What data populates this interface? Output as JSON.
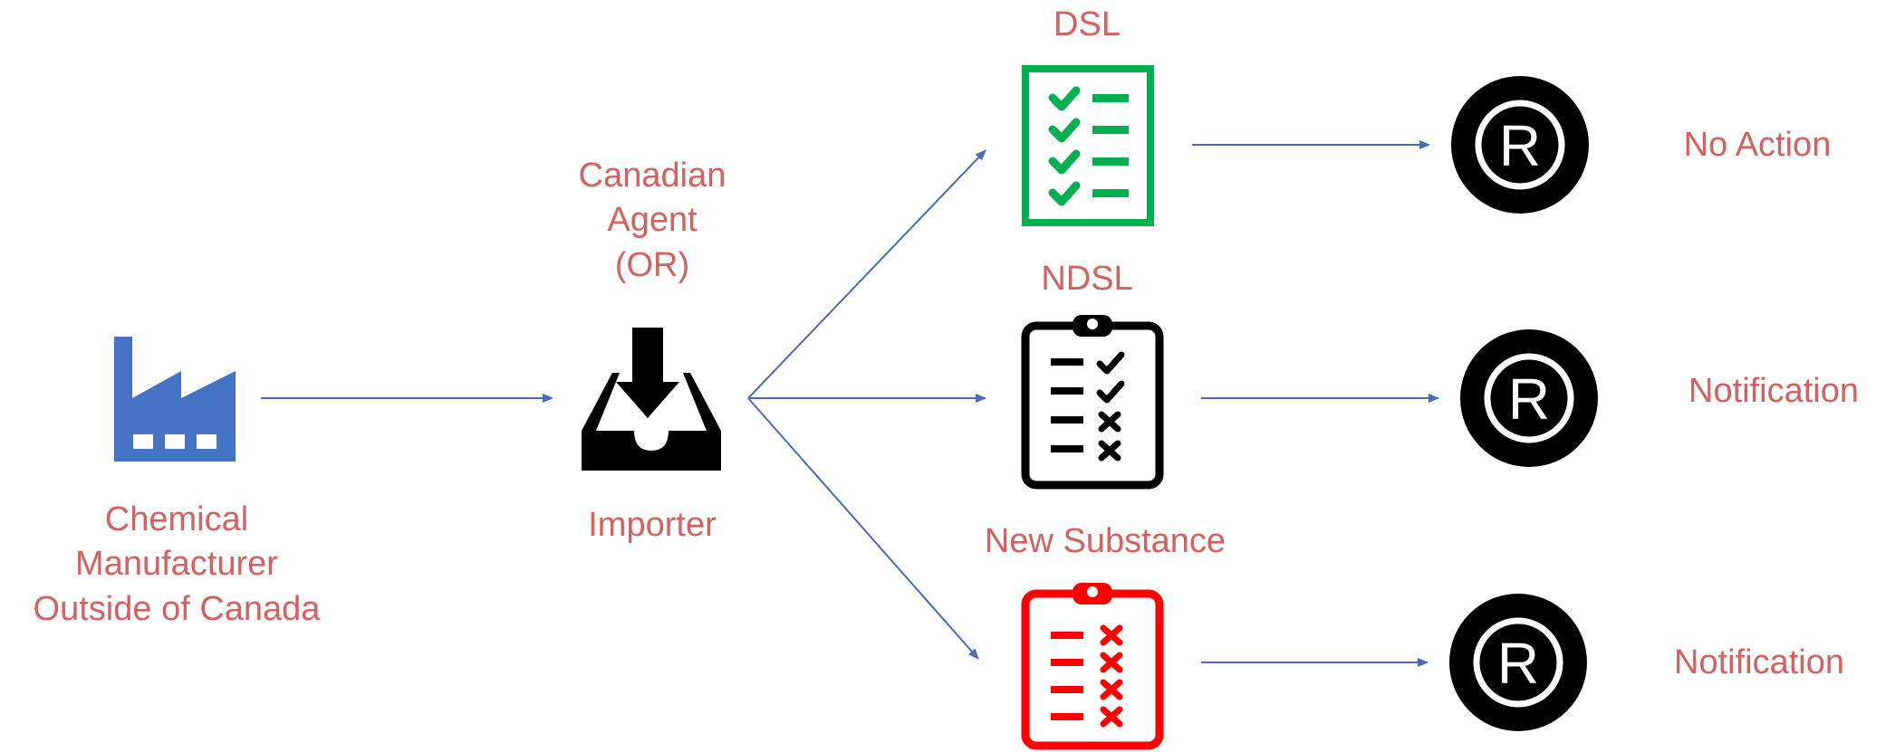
{
  "colors": {
    "label": "#D4605F",
    "arrow": "#4A6BB5",
    "factory": "#4472C4",
    "dsl": "#00B050",
    "new_substance": "#FF0000",
    "icon_dark": "#000000"
  },
  "nodes": {
    "manufacturer": {
      "lines": [
        "Chemical",
        "Manufacturer",
        "Outside of Canada"
      ],
      "icon": "factory-icon"
    },
    "agent": {
      "lines": [
        "Canadian",
        "Agent",
        "(OR)"
      ]
    },
    "importer": {
      "label": "Importer",
      "icon": "inbox-download-icon"
    },
    "lists": [
      {
        "label": "DSL",
        "icon": "checklist-icon"
      },
      {
        "label": "NDSL",
        "icon": "clipboard-checklist-icon"
      },
      {
        "label": "New Substance",
        "icon": "clipboard-rejected-icon"
      }
    ],
    "outcomes": [
      {
        "label": "No Action",
        "icon": "registered-icon",
        "glyph": "R"
      },
      {
        "label": "Notification",
        "icon": "registered-icon",
        "glyph": "R"
      },
      {
        "label": "Notification",
        "icon": "registered-icon",
        "glyph": "R"
      }
    ]
  }
}
